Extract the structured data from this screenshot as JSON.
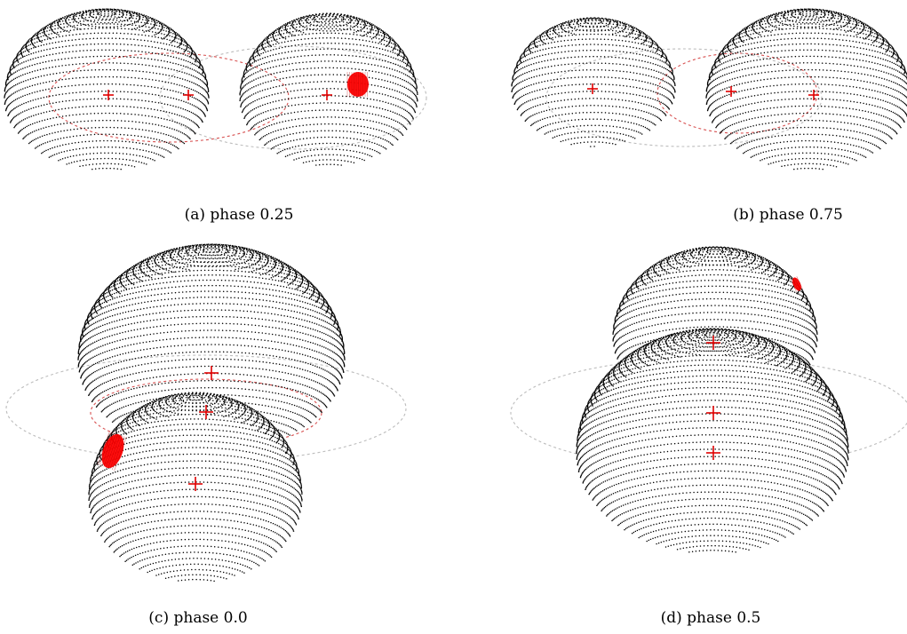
{
  "figure": {
    "panels": [
      {
        "id": "a",
        "caption": "(a) phase 0.25"
      },
      {
        "id": "b",
        "caption": "(b) phase 0.75"
      },
      {
        "id": "c",
        "caption": "(c) phase 0.0"
      },
      {
        "id": "d",
        "caption": "(d) phase 0.5"
      }
    ]
  },
  "colors": {
    "surface_dots": "#000000",
    "orbit": "#d03030",
    "center_marker": "#e00000",
    "spot": "#ff0000"
  }
}
